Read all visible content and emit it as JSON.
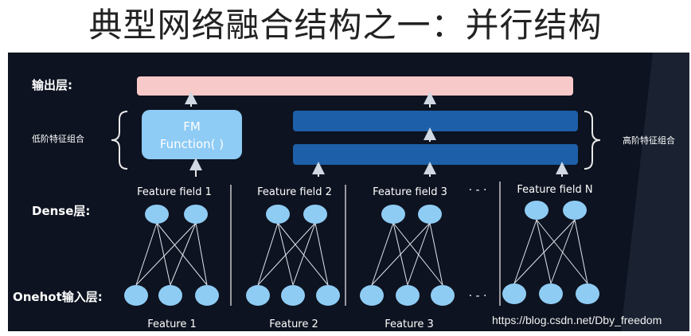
{
  "title": "典型网络融合结构之一：并行结构",
  "labels": {
    "output_layer": "输出层:",
    "low_order": "低阶特征组合",
    "high_order": "高阶特征组合",
    "dense_layer": "Dense层:",
    "onehot_layer": "Onehot输入层:",
    "fm_line1": "FM",
    "fm_line2": "Function( )"
  },
  "fields": [
    "Feature field 1",
    "Feature field 2",
    "Feature field 3",
    "Feature field N"
  ],
  "features": [
    "Feature 1",
    "Feature 2",
    "Feature 3"
  ],
  "ellipsis": "· - ·",
  "watermark": "https://blog.csdn.net/Dby_freedom",
  "colors": {
    "background": "#0d1320",
    "output_bar": "#f8c9c9",
    "fm_box": "#8ecbf5",
    "dnn_bar": "#1d5fa8",
    "node": "#8fccf4",
    "text": "#ffffff"
  }
}
